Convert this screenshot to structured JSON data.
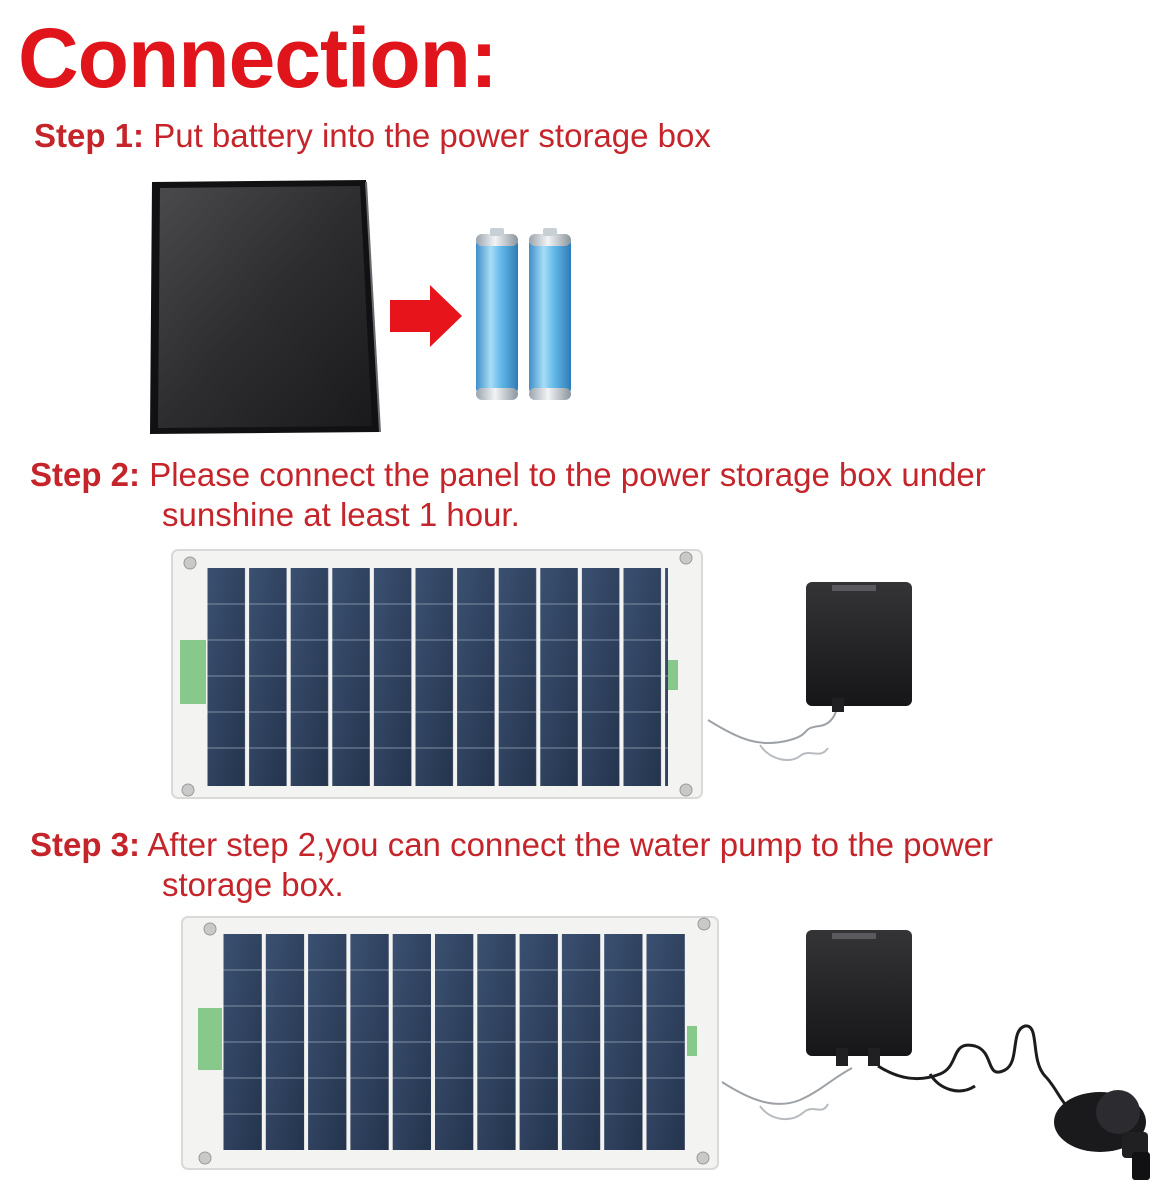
{
  "title": "Connection:",
  "steps": [
    {
      "label": "Step 1:",
      "text": "Put battery into the power storage box"
    },
    {
      "label": "Step 2:",
      "text_line1": "Please connect the panel to the power storage box under",
      "text_line2": "sunshine at least 1 hour."
    },
    {
      "label": "Step 3:",
      "text_line1": "After step 2,you can connect the water pump to the power",
      "text_line2": "storage box."
    }
  ],
  "colors": {
    "title": "#e0141b",
    "step_text": "#c4242a",
    "arrow": "#e8141b",
    "battery": "#5fb6e6",
    "panel_cell": "#2c3f5c",
    "box": "#1e1e20"
  },
  "illustrations": [
    "power-storage-box",
    "arrow",
    "batteries",
    "solar-panel",
    "water-pump"
  ]
}
